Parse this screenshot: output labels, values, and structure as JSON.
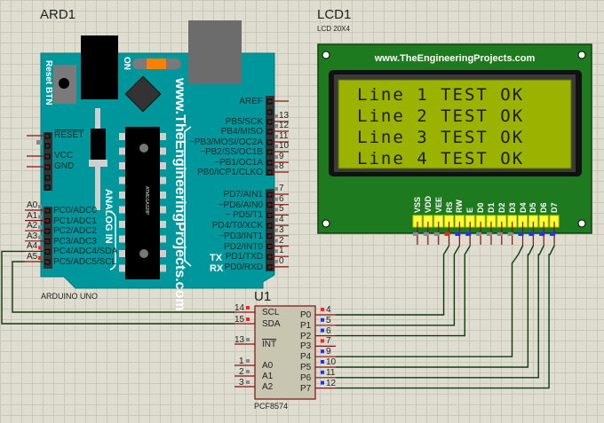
{
  "arduino": {
    "ref": "ARD1",
    "model": "ARDUINO UNO",
    "board_text": "www.TheEngineeringProjects.com",
    "reset_label": "Reset BTN",
    "on_label": "ON",
    "analog_label": "ANALOG IN",
    "chip_label": "ATMEGA328P",
    "power_pins": [
      "RESET",
      "VCC",
      "GND"
    ],
    "analog_pins": [
      {
        "tag": "A0",
        "label": "PC0/ADC0"
      },
      {
        "tag": "A1",
        "label": "PC1/ADC1"
      },
      {
        "tag": "A2",
        "label": "PC2/ADC2"
      },
      {
        "tag": "A3",
        "label": "PC3/ADC3"
      },
      {
        "tag": "A4",
        "label": "PC4/ADC4/SDA"
      },
      {
        "tag": "A5",
        "label": "PC5/ADC5/SCL"
      }
    ],
    "digital_high": [
      {
        "label": "AREF",
        "num": ""
      },
      {
        "label": "PB5/SCK",
        "num": "13"
      },
      {
        "label": "PB4/MISO",
        "num": "12"
      },
      {
        "label": "~PB3/MOSI/OC2A",
        "num": "11"
      },
      {
        "label": "~PB2/SS/OC1B",
        "num": "10"
      },
      {
        "label": "~PB1/OC1A",
        "num": "9"
      },
      {
        "label": "PB0/ICP1/CLKO",
        "num": "8"
      }
    ],
    "digital_low": [
      {
        "label": "PD7/AIN1",
        "num": "7"
      },
      {
        "label": "~PD6/AIN0",
        "num": "6"
      },
      {
        "label": "~ PD5/T1",
        "num": "5"
      },
      {
        "label": "PD4/T0/XCK",
        "num": "4"
      },
      {
        "label": "~PD3/INT1",
        "num": "3"
      },
      {
        "label": "PD2/INT0",
        "num": "2"
      },
      {
        "label": "PD1/TXD",
        "num": "1"
      },
      {
        "label": "PD0/RXD",
        "num": "0"
      }
    ],
    "tx_label": "TX",
    "rx_label": "RX"
  },
  "lcd": {
    "ref": "LCD1",
    "model": "LCD 20X4",
    "header_text": "www.TheEngineeringProjects.com",
    "lines": [
      "Line 1 TEST OK",
      "Line 2 TEST OK",
      "Line 3 TEST OK",
      "Line 4 TEST OK"
    ],
    "pins": [
      "VSS",
      "VDD",
      "VEE",
      "RS",
      "RW",
      "E",
      "D0",
      "D1",
      "D2",
      "D3",
      "D4",
      "D5",
      "D6",
      "D7"
    ],
    "pin_states": [
      "gray",
      "gray",
      "gray",
      "red",
      "blue",
      "blue",
      "gray",
      "gray",
      "gray",
      "gray",
      "blue",
      "blue",
      "blue",
      "blue"
    ]
  },
  "pcf": {
    "ref": "U1",
    "model": "PCF8574",
    "left_pins": [
      {
        "num": "14",
        "label": "SCL",
        "state": "red"
      },
      {
        "num": "15",
        "label": "SDA",
        "state": "red"
      },
      {
        "num": "13",
        "label": "INT",
        "state": "gray"
      },
      {
        "num": "1",
        "label": "A0",
        "state": "gray"
      },
      {
        "num": "2",
        "label": "A1",
        "state": "gray"
      },
      {
        "num": "3",
        "label": "A2",
        "state": "gray"
      }
    ],
    "right_pins": [
      {
        "num": "4",
        "label": "P0",
        "state": "red"
      },
      {
        "num": "5",
        "label": "P1",
        "state": "blue"
      },
      {
        "num": "6",
        "label": "P2",
        "state": "blue"
      },
      {
        "num": "7",
        "label": "P3",
        "state": "red"
      },
      {
        "num": "9",
        "label": "P4",
        "state": "blue"
      },
      {
        "num": "10",
        "label": "P5",
        "state": "blue"
      },
      {
        "num": "11",
        "label": "P6",
        "state": "blue"
      },
      {
        "num": "12",
        "label": "P7",
        "state": "blue"
      }
    ]
  },
  "colors": {
    "board": "#00979c",
    "lcd_pcb": "#1e7a1e",
    "lcd_screen": "#9bb300",
    "pin_red": "#ff2020",
    "pin_blue": "#2030ff",
    "pin_gray": "#8a8a8a",
    "wire": "#0e3a0e"
  }
}
